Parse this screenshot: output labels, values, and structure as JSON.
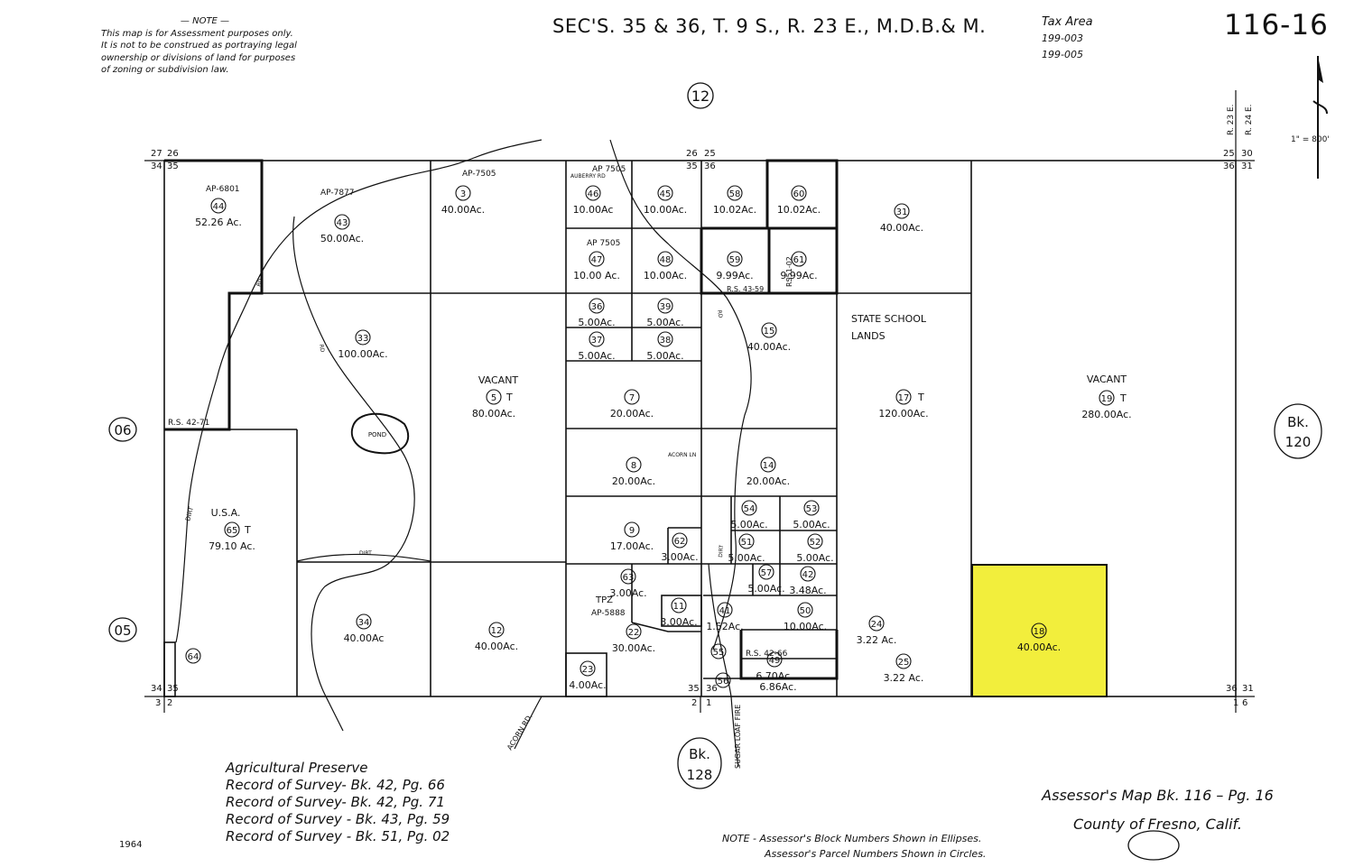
{
  "header": {
    "note_title": "— NOTE —",
    "note_lines": [
      "This map is for Assessment purposes only.",
      "It is not to be construed as portraying legal",
      "ownership or divisions of land for purposes",
      "of zoning or subdivision law."
    ],
    "title": "SEC'S. 35 & 36, T. 9 S., R. 23 E., M.D.B.& M.",
    "tax_area_label": "Tax Area",
    "tax_area_codes": [
      "199-003",
      "199-005"
    ],
    "page_code": "116-16",
    "scale": "1\" = 800'"
  },
  "colors": {
    "highlight": "#f2ee3c",
    "line": "#111111"
  },
  "blocks": {
    "north": "12",
    "west_upper": "06",
    "west_lower": "05",
    "east_label": "Bk.",
    "east_num": "120",
    "south_label": "Bk.",
    "south_num": "128"
  },
  "range_labels": {
    "r23": "R. 23 E.",
    "r24": "R. 24 E."
  },
  "parcels": [
    {
      "num": "44",
      "area": "52.26 Ac."
    },
    {
      "num": "43",
      "area": "50.00Ac."
    },
    {
      "num": "3",
      "area": "40.00Ac."
    },
    {
      "num": "46",
      "area": "10.00Ac"
    },
    {
      "num": "45",
      "area": "10.00Ac."
    },
    {
      "num": "58",
      "area": "10.02Ac."
    },
    {
      "num": "60",
      "area": "10.02Ac."
    },
    {
      "num": "31",
      "area": "40.00Ac."
    },
    {
      "num": "47",
      "area": "10.00 Ac."
    },
    {
      "num": "48",
      "area": "10.00Ac."
    },
    {
      "num": "59",
      "area": "9.99Ac."
    },
    {
      "num": "61",
      "area": "9.99Ac."
    },
    {
      "num": "33",
      "area": "100.00Ac."
    },
    {
      "num": "36",
      "area": "5.00Ac."
    },
    {
      "num": "39",
      "area": "5.00Ac."
    },
    {
      "num": "37",
      "area": "5.00Ac."
    },
    {
      "num": "38",
      "area": "5.00Ac."
    },
    {
      "num": "15",
      "area": "40.00Ac."
    },
    {
      "num": "5",
      "area": "80.00Ac."
    },
    {
      "num": "7",
      "area": "20.00Ac."
    },
    {
      "num": "17",
      "area": "120.00Ac."
    },
    {
      "num": "19",
      "area": "280.00Ac."
    },
    {
      "num": "8",
      "area": "20.00Ac."
    },
    {
      "num": "14",
      "area": "20.00Ac."
    },
    {
      "num": "65",
      "area": "79.10 Ac."
    },
    {
      "num": "54",
      "area": "5.00Ac."
    },
    {
      "num": "53",
      "area": "5.00Ac."
    },
    {
      "num": "9",
      "area": "17.00Ac."
    },
    {
      "num": "62",
      "area": "3.00Ac."
    },
    {
      "num": "51",
      "area": "5.00Ac."
    },
    {
      "num": "52",
      "area": "5.00Ac."
    },
    {
      "num": "63",
      "area": "3.00Ac."
    },
    {
      "num": "57",
      "area": "5.00Ac."
    },
    {
      "num": "42",
      "area": "3.48Ac."
    },
    {
      "num": "11",
      "area": "3.00Ac."
    },
    {
      "num": "41",
      "area": "1.52Ac."
    },
    {
      "num": "50",
      "area": "10.00Ac."
    },
    {
      "num": "34",
      "area": "40.00Ac"
    },
    {
      "num": "12",
      "area": "40.00Ac."
    },
    {
      "num": "22",
      "area": "30.00Ac."
    },
    {
      "num": "24",
      "area": "3.22 Ac."
    },
    {
      "num": "18",
      "area": "40.00Ac."
    },
    {
      "num": "55",
      "area": ""
    },
    {
      "num": "25",
      "area": "3.22 Ac."
    },
    {
      "num": "64",
      "area": ""
    },
    {
      "num": "23",
      "area": "4.00Ac."
    },
    {
      "num": "56",
      "area": ""
    },
    {
      "num": "49",
      "area": "6.70Ac."
    },
    {
      "num": "",
      "area": "6.86Ac."
    }
  ],
  "land_labels": {
    "vacant1": "VACANT",
    "vacant2": "VACANT",
    "usa": "U.S.A.",
    "state1": "STATE   SCHOOL",
    "state2": "LANDS",
    "pond": "POND",
    "tpz": "TPZ",
    "ap5888": "AP-5888",
    "t": "T"
  },
  "roads": {
    "acorn": "ACORN RD.",
    "sugar_loaf": "SUGAR LOAF FIRE",
    "dirt1": "DIRT",
    "dirt2": "DIRT",
    "dirt3": "DIRT",
    "rd1": "RD",
    "rd2": "RD",
    "rd3": "RD",
    "auberry": "AUBERRY RD",
    "acorn_ln": "ACORN LN"
  },
  "survey_refs": {
    "ap6801": "AP-6801",
    "ap7877": "AP-7877",
    "ap7505a": "AP-7505",
    "ap7505b": "AP 7505",
    "ap7505c": "AP 7505",
    "rs42_71": "R.S. 42-71",
    "rs43_59": "R.S. 43-59",
    "rs51_02": "RS51-02",
    "rs42_66": "R.S. 42-66"
  },
  "corners": {
    "nw_a": "27",
    "nw_b": "26",
    "nw_c": "34",
    "nw_d": "35",
    "nm_a": "26",
    "nm_b": "25",
    "nm_c": "35",
    "nm_d": "36",
    "ne_a": "25",
    "ne_b": "30",
    "ne_c": "36",
    "ne_d": "31",
    "sw_a": "34",
    "sw_b": "35",
    "sw_c": "3",
    "sw_d": "2",
    "sm_a": "35",
    "sm_b": "36",
    "sm_c": "2",
    "sm_d": "1",
    "se_a": "36",
    "se_b": "31",
    "se_c": "1",
    "se_d": "6"
  },
  "legend": [
    "Agricultural  Preserve",
    "Record  of  Survey- Bk. 42, Pg. 66",
    "Record  of  Survey- Bk. 42, Pg. 71",
    "Record  of  Survey - Bk. 43, Pg. 59",
    "Record  of  Survey - Bk. 51, Pg. 02"
  ],
  "year": "1964",
  "footer": {
    "assessor_map": "Assessor's  Map  Bk. 116 – Pg. 16",
    "county": "County  of  Fresno,  Calif.",
    "note1": "NOTE - Assessor's  Block  Numbers  Shown  in  Ellipses.",
    "note2": "Assessor's  Parcel  Numbers  Shown  in  Circles."
  }
}
